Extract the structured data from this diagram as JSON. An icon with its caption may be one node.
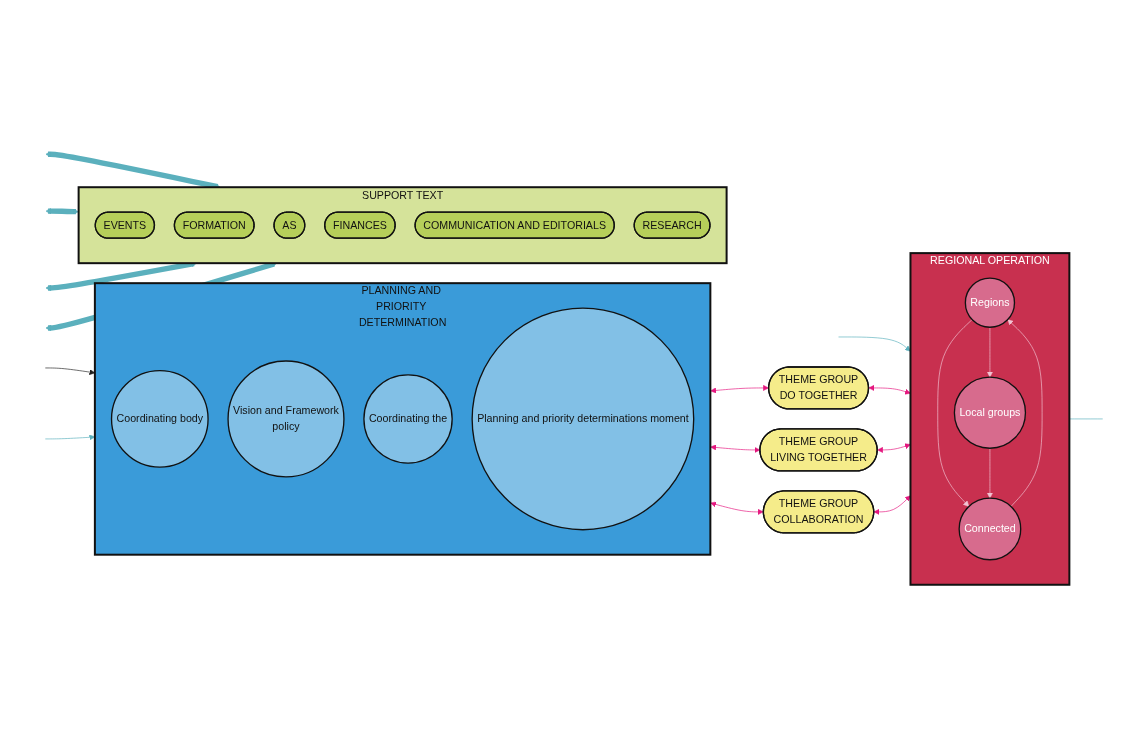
{
  "diagram": {
    "nodes": [
      {
        "text": [
          "PLANNING AND PRIORITY DETERMINATION"
        ]
      },
      {
        "text": [
          "Coordinating body"
        ],
        "in": 0
      },
      {
        "text": [
          "Vision and Framework",
          "policy"
        ],
        "in": 0
      },
      {
        "text": [
          "Coordinating the"
        ],
        "in": 0
      },
      {
        "text": [
          "Planning and priority determinations moment"
        ],
        "in": 0
      },
      {
        "text": [
          "THEME GROUP",
          "DO TOGETHER"
        ]
      },
      {
        "text": [
          "THEME GROUP",
          "LIVING TOGETHER"
        ]
      },
      {
        "text": [
          "THEME GROUP",
          "COLLABORATION"
        ]
      },
      {
        "text": [
          "REGIONAL OPERATION"
        ]
      },
      {
        "text": [
          "Regions"
        ],
        "in": 8
      },
      {
        "text": [
          "Local groups"
        ],
        "in": 8
      },
      {
        "text": [
          "Connected"
        ],
        "in": 8
      },
      {
        "text": [
          "SUPPORT TEXT"
        ]
      },
      {
        "text": [
          "EVENTS"
        ],
        "in": 12
      },
      {
        "text": [
          "FORMATION"
        ],
        "in": 12
      },
      {
        "text": [
          "AS"
        ],
        "in": 12
      },
      {
        "text": [
          "FINANCES"
        ],
        "in": 12
      },
      {
        "text": [
          "COMMUNICATION AND EDITORIALS"
        ],
        "in": 12
      },
      {
        "text": [
          "RESEARCH"
        ],
        "in": 12
      }
    ],
    "edges": [
      {
        "from": null,
        "to": 0,
        "arrow": "to",
        "color": "#222222"
      },
      {
        "from": null,
        "to": 8,
        "arrow": "to"
      },
      {
        "from": 8,
        "to": null,
        "arrow": "none"
      },
      {
        "from": null,
        "to": 0,
        "arrow": "to"
      },
      {
        "from": null,
        "to": 12,
        "arrow": "both",
        "style": "thick"
      },
      {
        "from": null,
        "to": 12,
        "arrow": "both",
        "style": "thick"
      },
      {
        "from": null,
        "to": 12,
        "arrow": "both",
        "style": "thick"
      },
      {
        "from": null,
        "to": 12,
        "arrow": "both",
        "style": "thick"
      },
      {
        "from": 0,
        "to": 5,
        "arrow": "both",
        "color": "#e5177f"
      },
      {
        "from": 0,
        "to": 6,
        "arrow": "both",
        "color": "#e5177f"
      },
      {
        "from": 0,
        "to": 7,
        "arrow": "both",
        "color": "#e5177f"
      },
      {
        "from": 8,
        "to": 5,
        "arrow": "both",
        "color": "#e5177f"
      },
      {
        "from": 8,
        "to": 6,
        "arrow": "both",
        "color": "#e5177f"
      },
      {
        "from": 8,
        "to": 7,
        "arrow": "both",
        "color": "#e5177f"
      },
      {
        "from": 9,
        "to": 11,
        "arrow": "to",
        "color": "#f2c4d3"
      },
      {
        "from": 11,
        "to": 9,
        "arrow": "to",
        "color": "#f2c4d3"
      },
      {
        "from": 9,
        "to": 10,
        "arrow": "to",
        "color": "#f2c4d3"
      },
      {
        "from": 10,
        "to": 11,
        "arrow": "to",
        "color": "#f2c4d3"
      }
    ]
  }
}
